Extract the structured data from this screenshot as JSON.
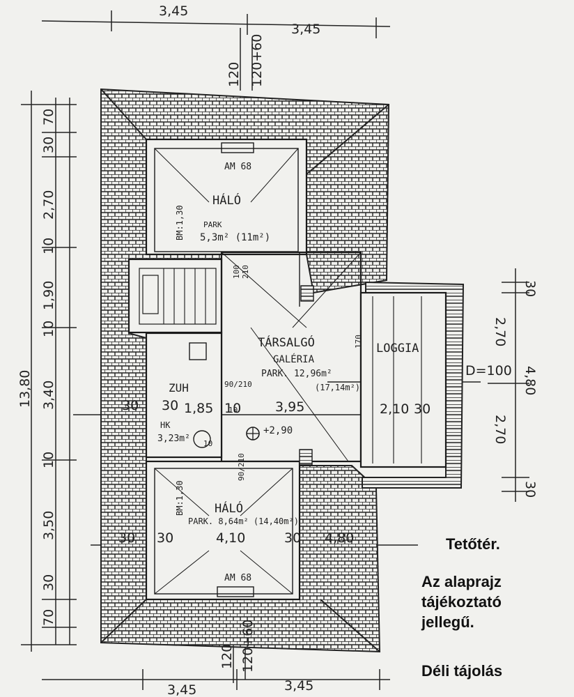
{
  "dimensions": {
    "top_left": "3,45",
    "top_right": "3,45",
    "top_v1": "120",
    "top_v2": "120+60",
    "bottom_v1": "120",
    "bottom_v2": "120+60",
    "bottom_left": "3,45",
    "bottom_right": "3,45",
    "left_overall": "13,80",
    "left_chain": [
      "70",
      "30",
      "2,70",
      "10",
      "1,90",
      "10",
      "3,40",
      "10",
      "3,50",
      "30",
      "70"
    ],
    "right_chain": [
      "30",
      "2,70",
      "4,80",
      "2,70",
      "30"
    ],
    "right_door": "D=100",
    "row_1": [
      "30",
      "30",
      "1,85",
      "10",
      "3,95",
      "2,10",
      "30"
    ],
    "row_2": [
      "30",
      "30",
      "4,10",
      "30",
      "4,80"
    ]
  },
  "rooms": {
    "halo_top": {
      "name": "HÁLÓ",
      "floor": "PARK",
      "area": "5,3m² (11m²)",
      "window": "AM 68",
      "height": "BM:1,30"
    },
    "stair": {
      "label1": "100",
      "label2": "210"
    },
    "tarsalgo": {
      "name": "TÁRSALGÓ",
      "sub": "GALÉRIA",
      "area": "PARK. 12,96m²",
      "area2": "(17,14m²)",
      "door": "90/210",
      "door2": "90/210"
    },
    "loggia": {
      "name": "LOGGIA",
      "height": "170"
    },
    "zuh": {
      "name": "ZUH",
      "floor": "HK",
      "area": "3,23m²"
    },
    "level": "+2,90",
    "halo_bottom": {
      "name": "HÁLÓ",
      "floor": "PARK. 8,64m² (14,40m²)",
      "window": "AM 68",
      "height": "BM:1,30"
    },
    "door_small": "10",
    "door_vent": "10"
  },
  "notes": {
    "title": "Tetőtér.",
    "info": "Az alaprajz\ntájékoztató\njellegű.",
    "orientation": "Déli tájolás"
  },
  "colors": {
    "paper": "#f1f1ee",
    "ink": "#1a1a1a"
  }
}
